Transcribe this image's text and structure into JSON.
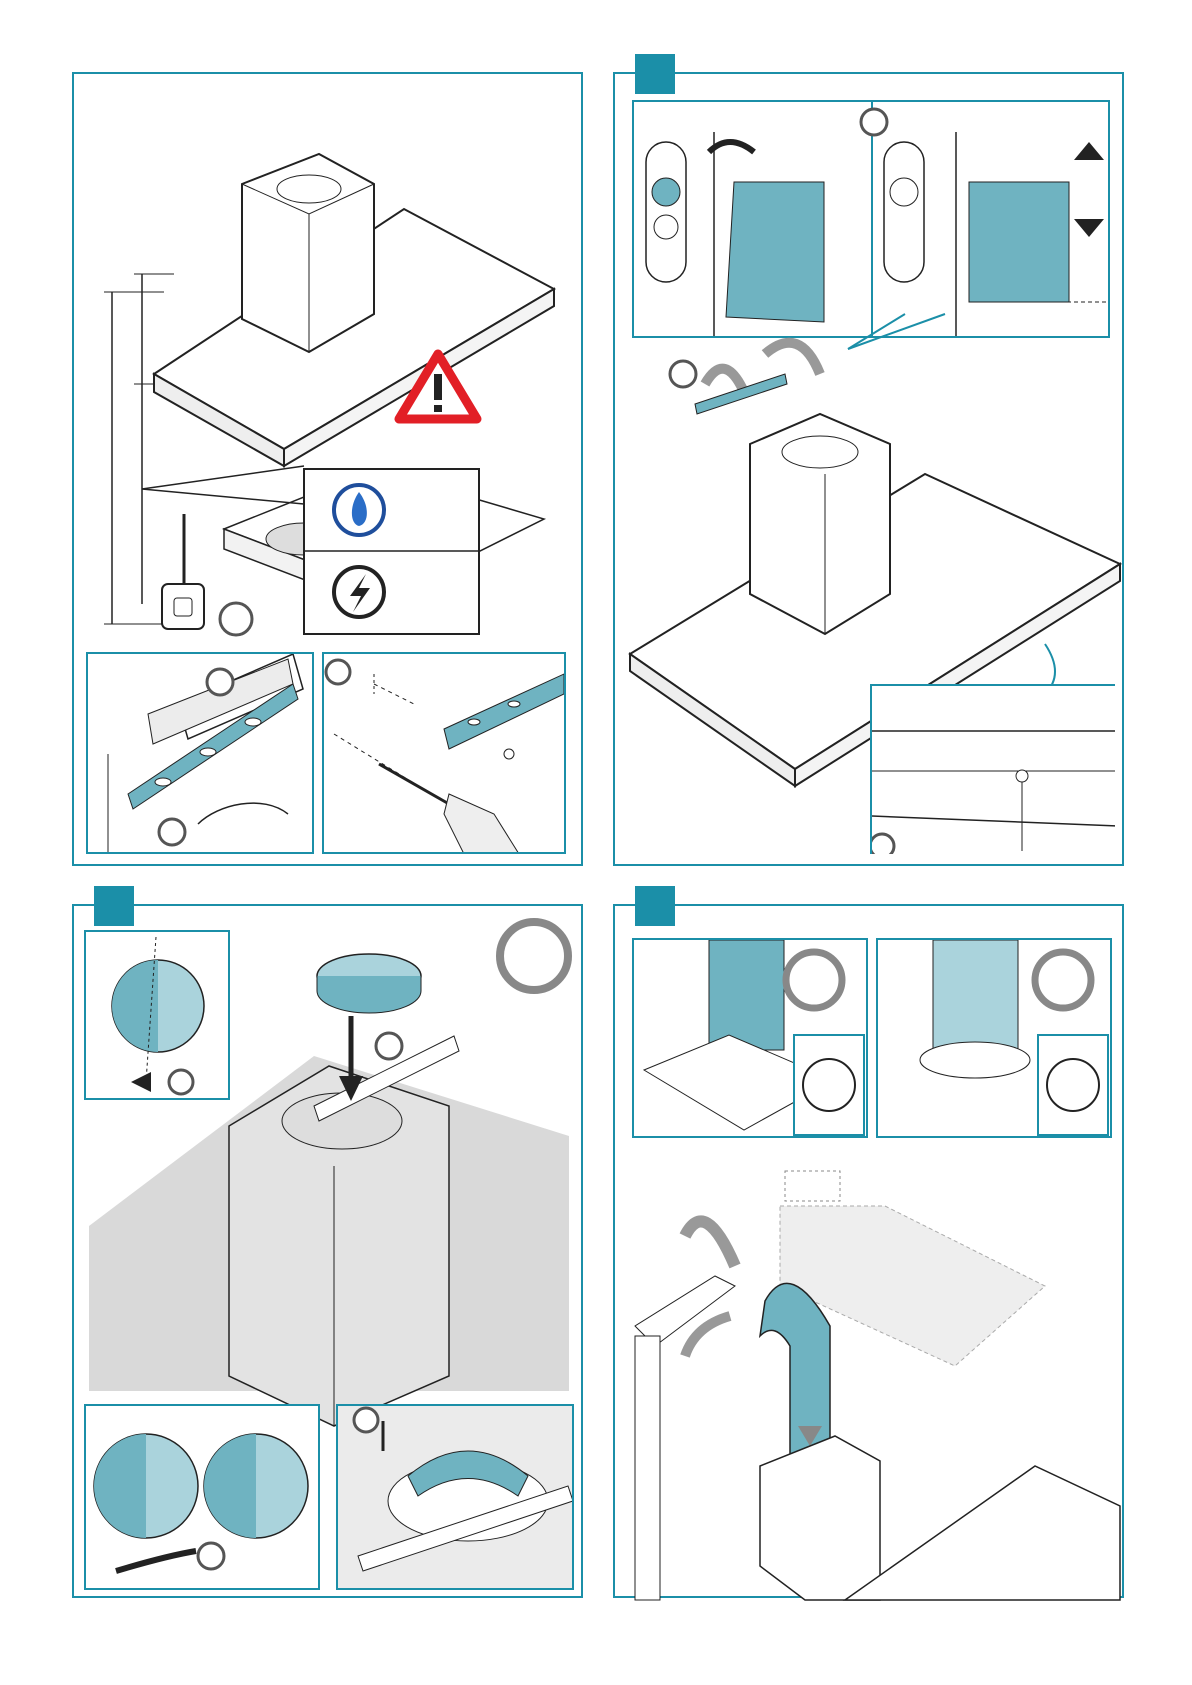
{
  "panels": [
    {
      "id": "panel-1",
      "step": ""
    },
    {
      "id": "panel-2",
      "step": ""
    },
    {
      "id": "panel-3",
      "step": ""
    },
    {
      "id": "panel-4",
      "step": ""
    }
  ],
  "colors": {
    "accent": "#1b8fa8",
    "duct": "#6fb3c1",
    "duct_light": "#aad3dc",
    "warning": "#e21f26",
    "hood_gray": "#d9d9d9"
  },
  "icons": [
    "warning-triangle-icon",
    "gas-flame-icon",
    "electric-bolt-icon",
    "arrow-icon",
    "screw-icon",
    "drill-icon",
    "level-tool-icon",
    "tape-measure-icon"
  ]
}
